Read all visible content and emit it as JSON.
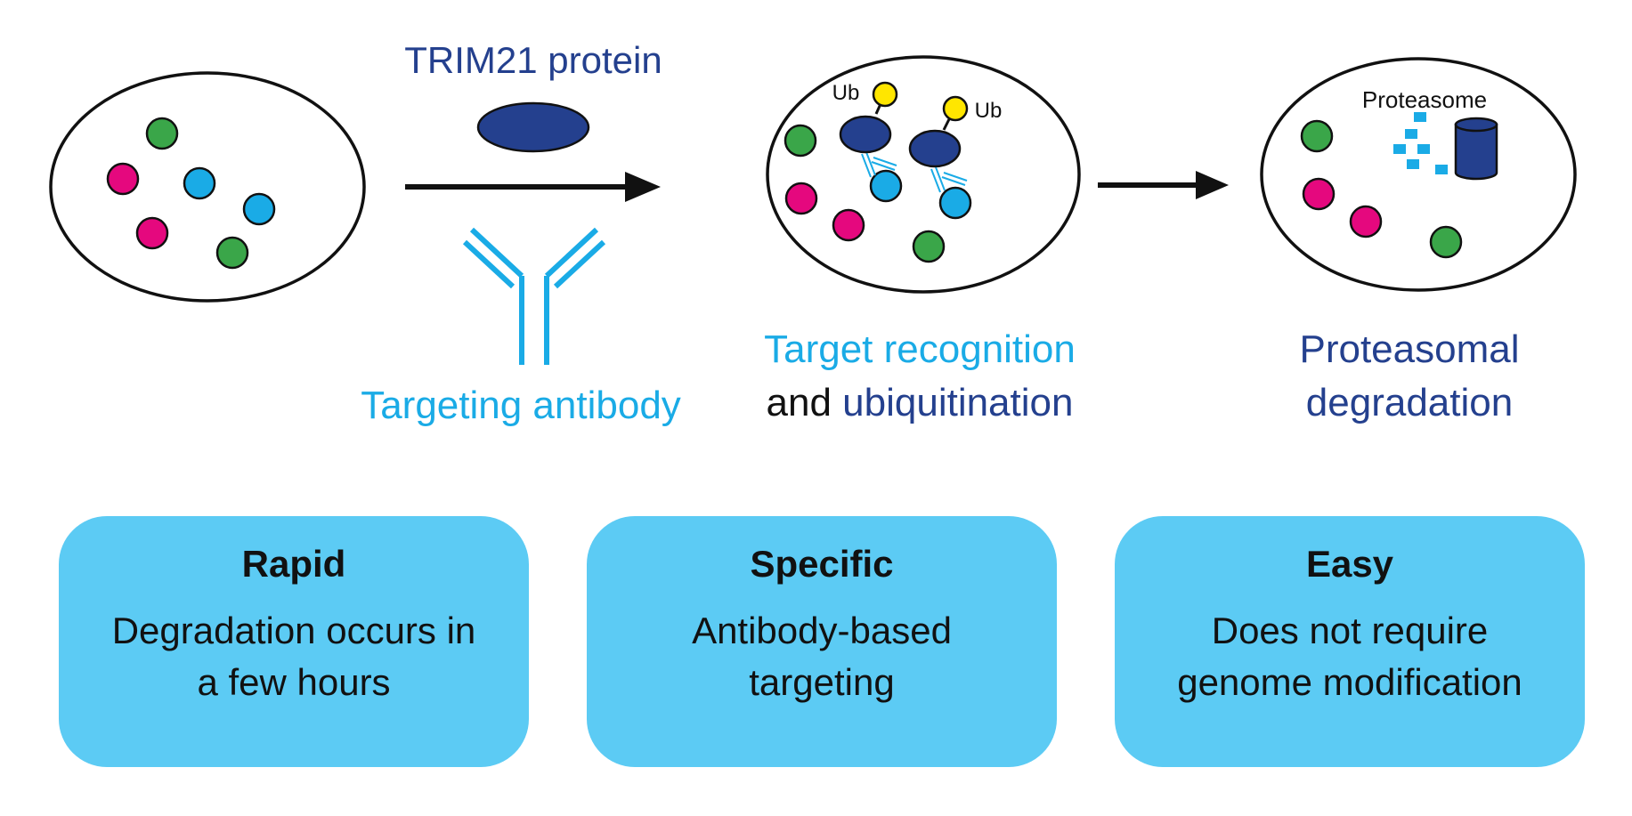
{
  "colors": {
    "navy": "#24408e",
    "cyan": "#1aabe6",
    "magenta": "#e5087e",
    "green": "#3aa649",
    "yellow": "#ffe600",
    "card_bg": "#5ccbf4",
    "text_dark": "#111111"
  },
  "labels": {
    "trim21": "TRIM21 protein",
    "antibody": "Targeting antibody",
    "ub": "Ub",
    "proteasome": "Proteasome",
    "step2_line1": "Target recognition",
    "step2_line2a": "and",
    "step2_line2b": "ubiquitination",
    "step3_line1": "Proteasomal",
    "step3_line2": "degradation"
  },
  "cards": [
    {
      "title": "Rapid",
      "line1": "Degradation occurs in",
      "line2": "a few hours"
    },
    {
      "title": "Specific",
      "line1": "Antibody-based",
      "line2": "targeting"
    },
    {
      "title": "Easy",
      "line1": "Does not require",
      "line2": "genome modification"
    }
  ]
}
